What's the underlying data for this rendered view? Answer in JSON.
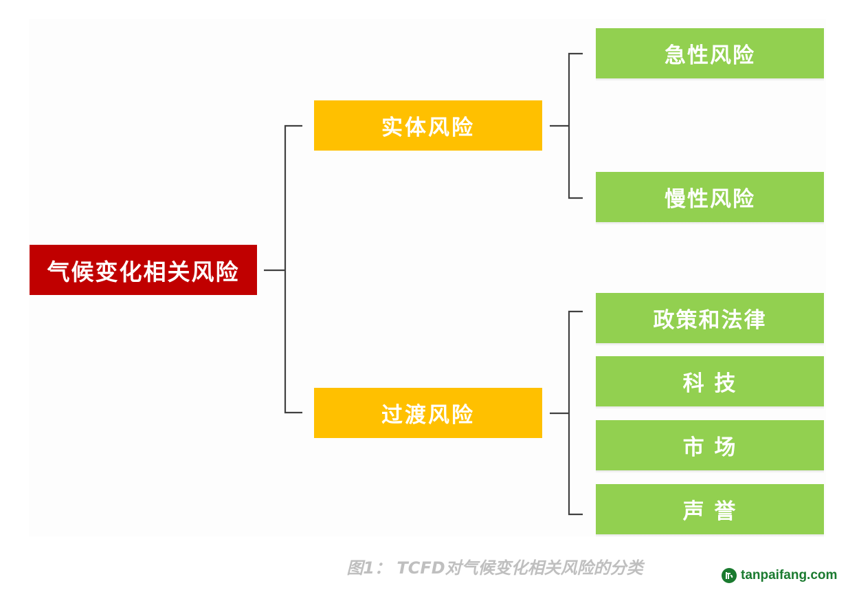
{
  "diagram": {
    "root": "气候变化相关风险",
    "branches": [
      {
        "label": "实体风险",
        "leaves": [
          "急性风险",
          "慢性风险"
        ]
      },
      {
        "label": "过渡风险",
        "leaves": [
          "政策和法律",
          "科 技",
          "市 场",
          "声 誉"
        ]
      }
    ]
  },
  "caption": "图1： TCFD对气候变化相关风险的分类",
  "watermark": {
    "text": "tanpaifang.com",
    "icon": "tanpaifang-logo-icon"
  },
  "colors": {
    "root": "#c00000",
    "branch": "#ffc000",
    "leaf": "#92d050",
    "bracket": "#404040",
    "caption": "#bfbfbf",
    "brand": "#1a7a2f"
  }
}
